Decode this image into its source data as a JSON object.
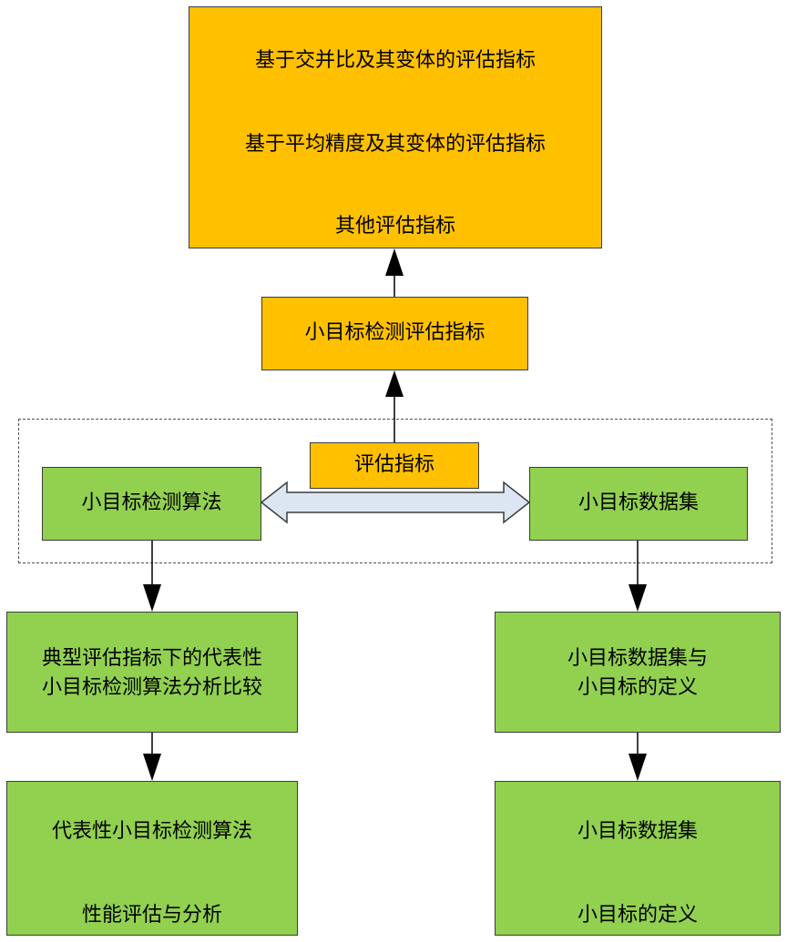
{
  "metrics_detail": {
    "line1": "基于交并比及其变体的评估指标",
    "line2": "基于平均精度及其变体的评估指标",
    "line3": "其他评估指标"
  },
  "metrics_title": "小目标检测评估指标",
  "center_label": "评估指标",
  "algorithm_label": "小目标检测算法",
  "dataset_label": "小目标数据集",
  "analysis_box": {
    "line1": "典型评估指标下的代表性",
    "line2": "小目标检测算法分析比较"
  },
  "definition_box": {
    "line1": "小目标数据集与",
    "line2": "小目标的定义"
  },
  "performance_box": {
    "line1": "代表性小目标检测算法",
    "line2": "性能评估与分析"
  },
  "dataset_detail_box": {
    "line1": "小目标数据集",
    "line2": "小目标的定义"
  },
  "colors": {
    "metric_fill": "#FFC000",
    "node_fill": "#92D050",
    "double_arrow_fill": "#DCE6F2",
    "border": "#3c3c3c"
  }
}
